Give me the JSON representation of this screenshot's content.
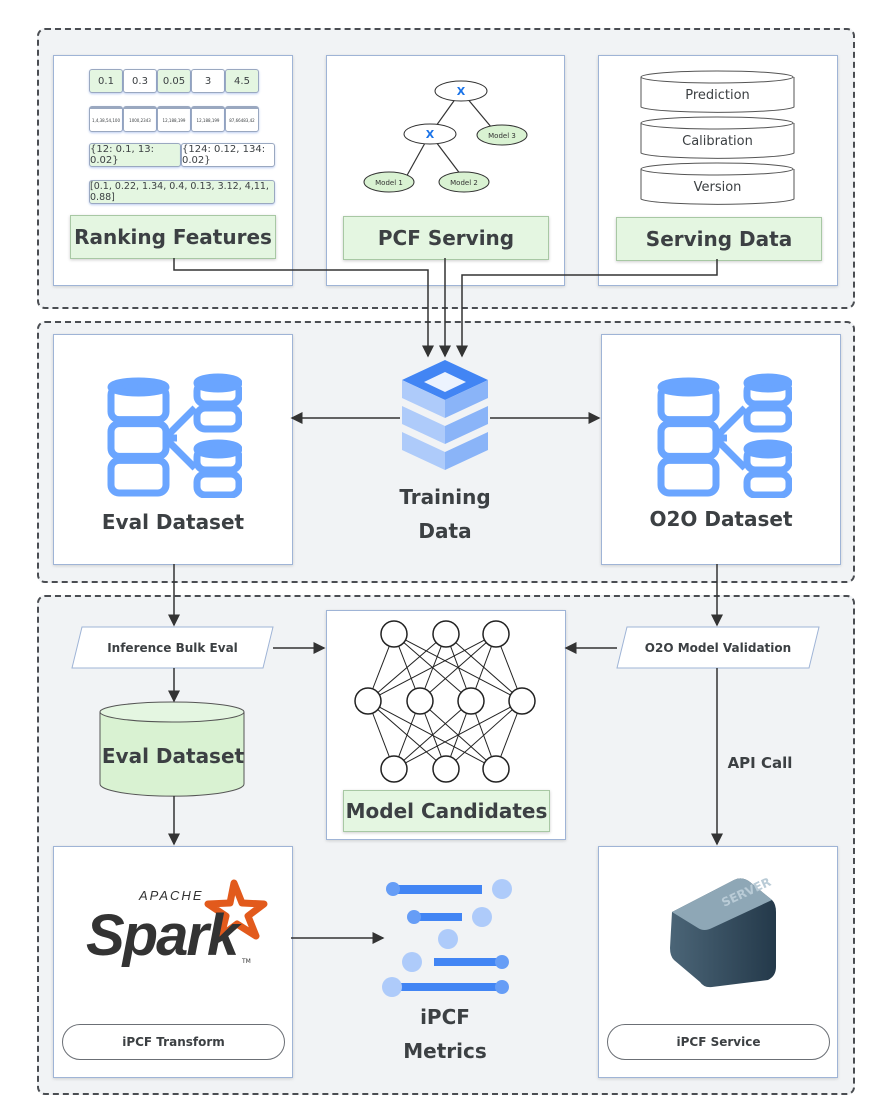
{
  "top": {
    "ranking": {
      "label": "Ranking Features",
      "row1": [
        "0.1",
        "0.3",
        "0.05",
        "3",
        "4.5"
      ],
      "row2": [
        "1,4,38,54,100",
        "1000,2343",
        "12,188,199",
        "12,188,199",
        "87,66483,42"
      ],
      "row3": [
        "{12: 0.1, 13: 0.02}",
        "{124: 0.12, 134: 0.02}"
      ],
      "row4": "[0.1, 0.22, 1.34, 0.4, 0.13, 3.12, 4,11, 0.88]"
    },
    "pcf": {
      "label": "PCF Serving",
      "node_x": "X",
      "model1": "Model 1",
      "model2": "Model 2",
      "model3": "Model 3"
    },
    "serving": {
      "label": "Serving Data",
      "items": [
        "Prediction",
        "Calibration",
        "Version"
      ]
    }
  },
  "middle": {
    "eval_dataset": "Eval Dataset",
    "training_data": [
      "Training",
      "Data"
    ],
    "o2o_dataset": "O2O Dataset"
  },
  "bottom": {
    "inference_bulk_eval": "Inference Bulk Eval",
    "o2o_model_validation": "O2O Model Validation",
    "eval_dataset": "Eval Dataset",
    "model_candidates": "Model Candidates",
    "api_call": "API Call",
    "spark": {
      "apache": "APACHE",
      "spark": "Spark",
      "tm": "TM"
    },
    "ipcf_transform": "iPCF Transform",
    "ipcf_metrics": [
      "iPCF",
      "Metrics"
    ],
    "ipcf_service": "iPCF Service",
    "server_label": "SERVER"
  },
  "colors": {
    "blue": "#4285f4",
    "light_blue": "#aecbfa",
    "db_blue": "#6aa5ff",
    "green_label": "#e4f6e1",
    "spark_orange": "#e25a1c"
  }
}
